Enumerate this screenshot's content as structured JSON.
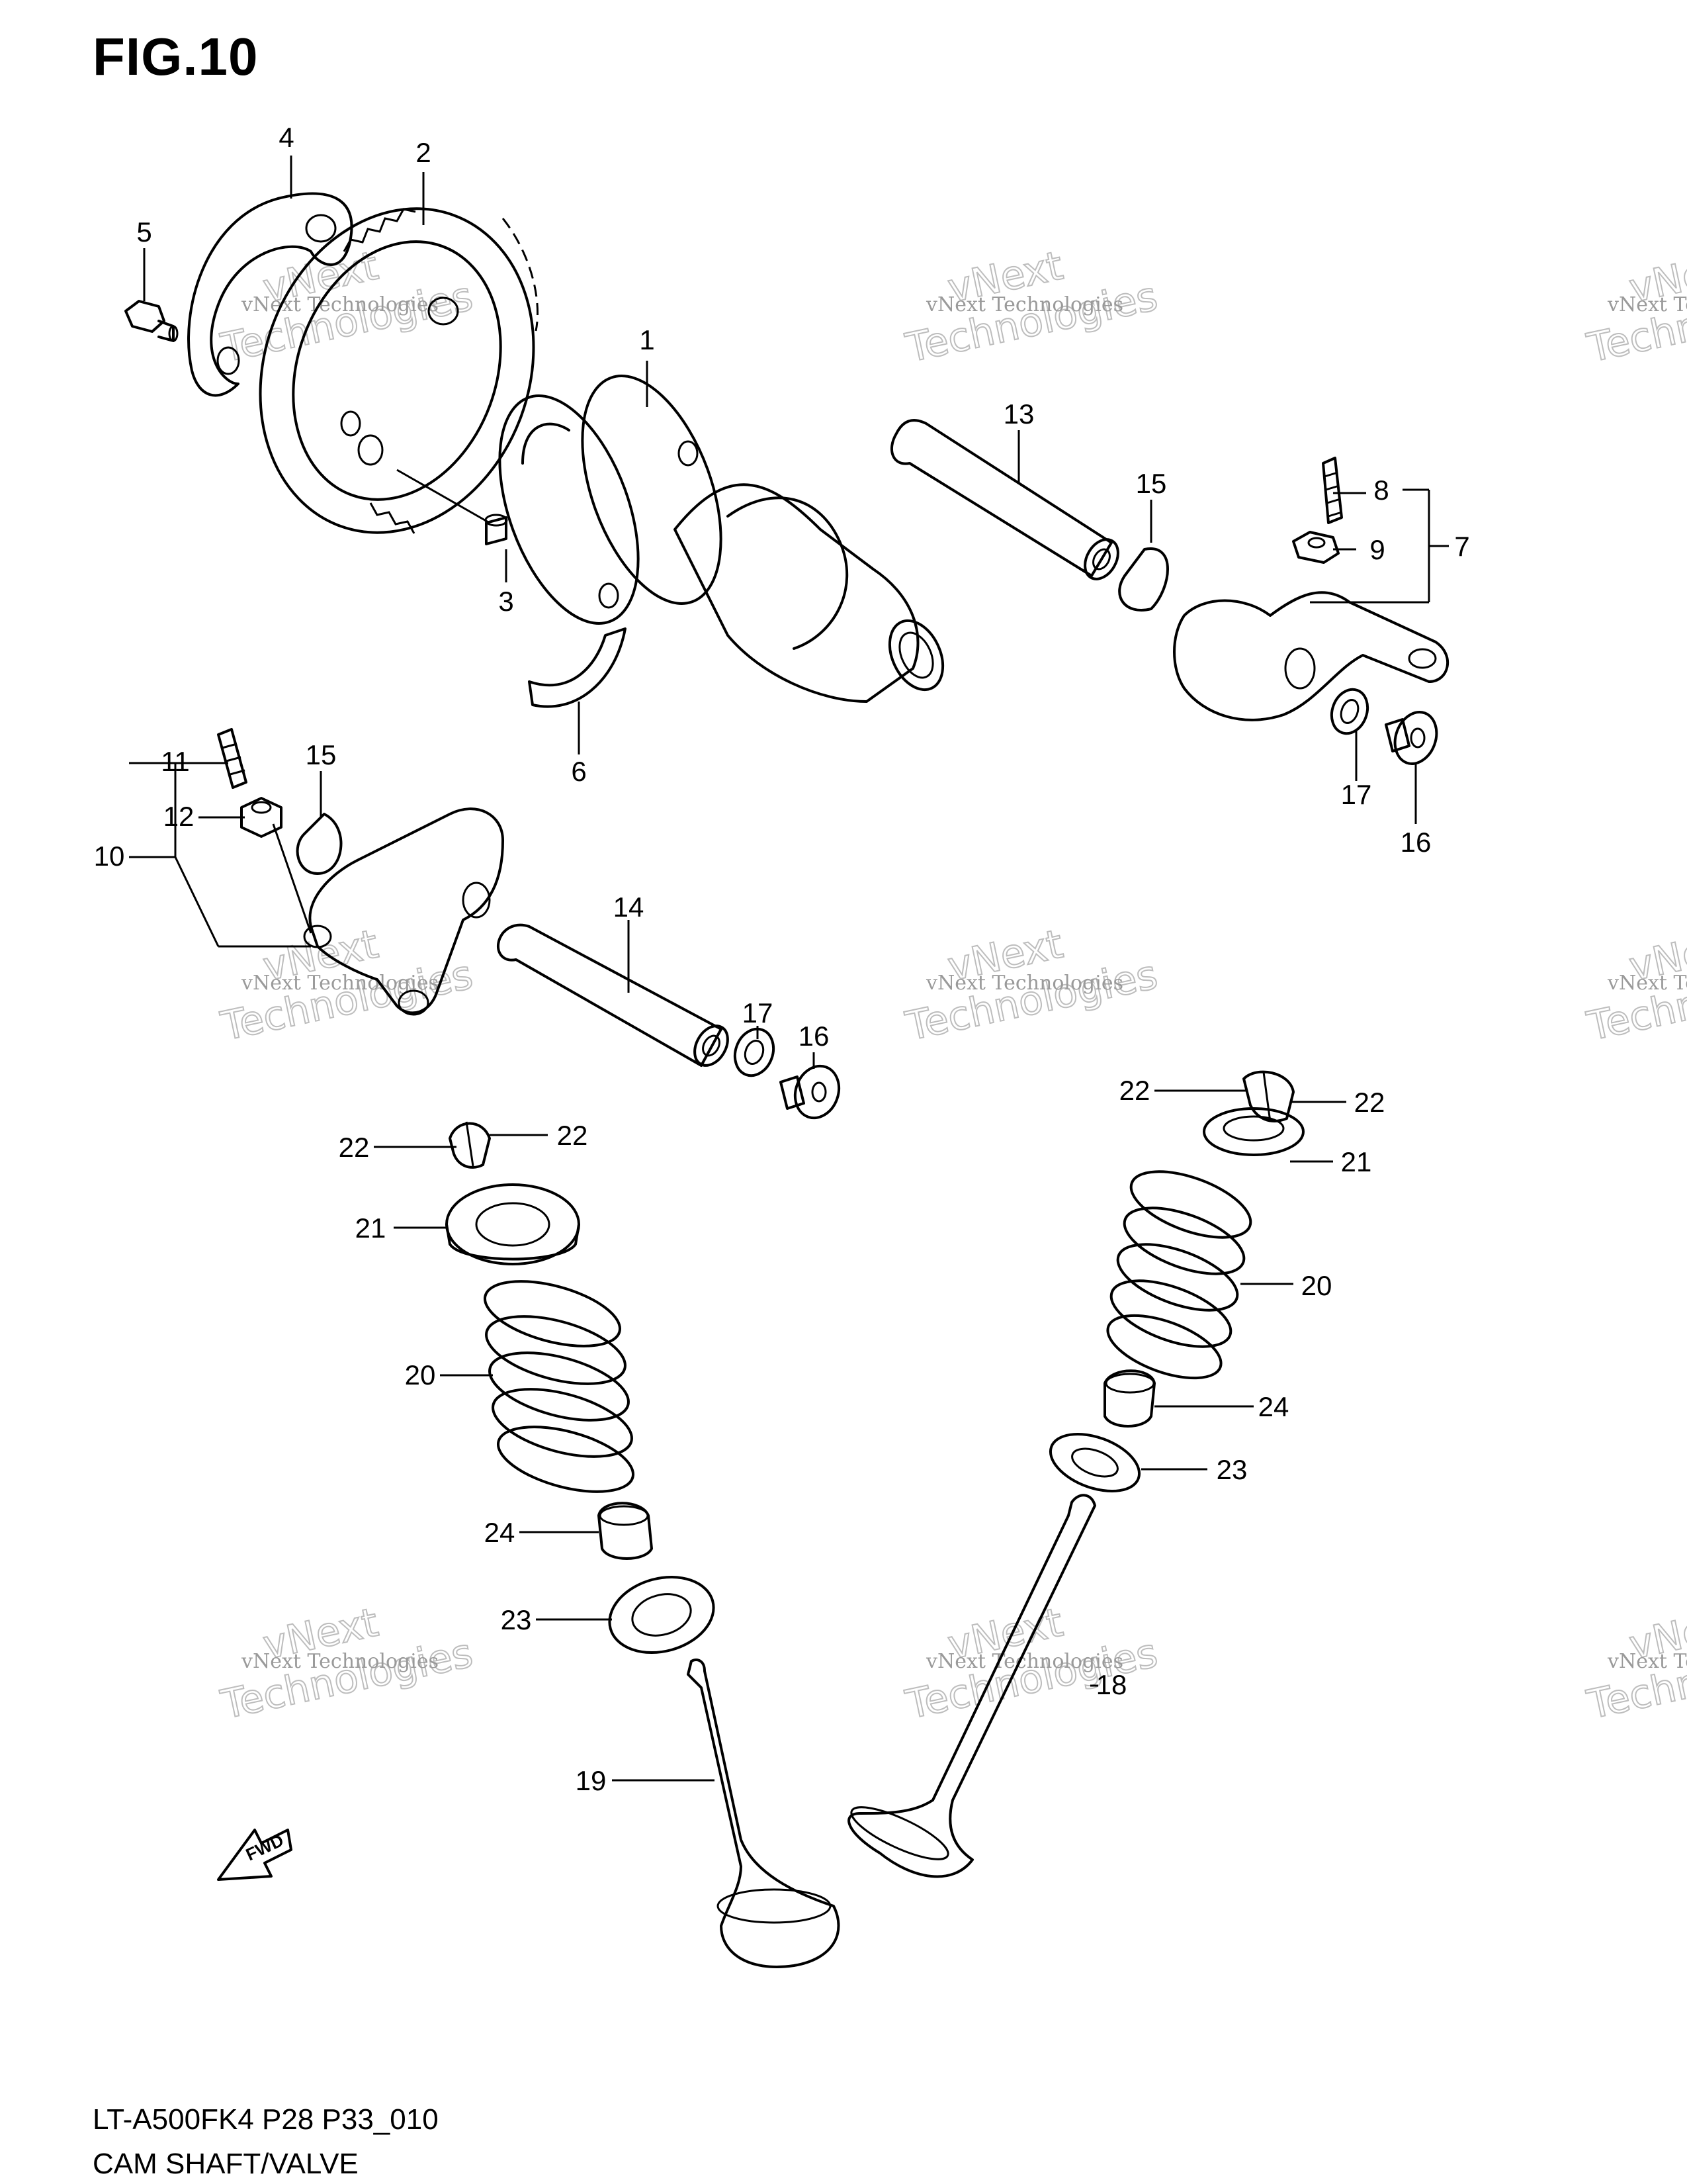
{
  "figure": {
    "title": "FIG.10",
    "model_code": "LT-A500FK4 P28 P33_010",
    "caption": "CAM SHAFT/VALVE"
  },
  "watermark": {
    "company": "vNext Technologies",
    "logo_top": "vNext",
    "logo_bottom": "Technologies"
  },
  "fwd_label": "FWD",
  "callouts": [
    {
      "id": "c1",
      "label": "1"
    },
    {
      "id": "c2",
      "label": "2"
    },
    {
      "id": "c3",
      "label": "3"
    },
    {
      "id": "c4",
      "label": "4"
    },
    {
      "id": "c5",
      "label": "5"
    },
    {
      "id": "c6",
      "label": "6"
    },
    {
      "id": "c7",
      "label": "7"
    },
    {
      "id": "c8",
      "label": "8"
    },
    {
      "id": "c9",
      "label": "9"
    },
    {
      "id": "c10",
      "label": "10"
    },
    {
      "id": "c11",
      "label": "11"
    },
    {
      "id": "c12",
      "label": "12"
    },
    {
      "id": "c13",
      "label": "13"
    },
    {
      "id": "c14",
      "label": "14"
    },
    {
      "id": "c15a",
      "label": "15"
    },
    {
      "id": "c15b",
      "label": "15"
    },
    {
      "id": "c16a",
      "label": "16"
    },
    {
      "id": "c16b",
      "label": "16"
    },
    {
      "id": "c17a",
      "label": "17"
    },
    {
      "id": "c17b",
      "label": "17"
    },
    {
      "id": "c18",
      "label": "18"
    },
    {
      "id": "c19",
      "label": "19"
    },
    {
      "id": "c20a",
      "label": "20"
    },
    {
      "id": "c20b",
      "label": "20"
    },
    {
      "id": "c21a",
      "label": "21"
    },
    {
      "id": "c21b",
      "label": "21"
    },
    {
      "id": "c22a",
      "label": "22"
    },
    {
      "id": "c22b",
      "label": "22"
    },
    {
      "id": "c22c",
      "label": "22"
    },
    {
      "id": "c22d",
      "label": "22"
    },
    {
      "id": "c23a",
      "label": "23"
    },
    {
      "id": "c23b",
      "label": "23"
    },
    {
      "id": "c24a",
      "label": "24"
    },
    {
      "id": "c24b",
      "label": "24"
    }
  ]
}
